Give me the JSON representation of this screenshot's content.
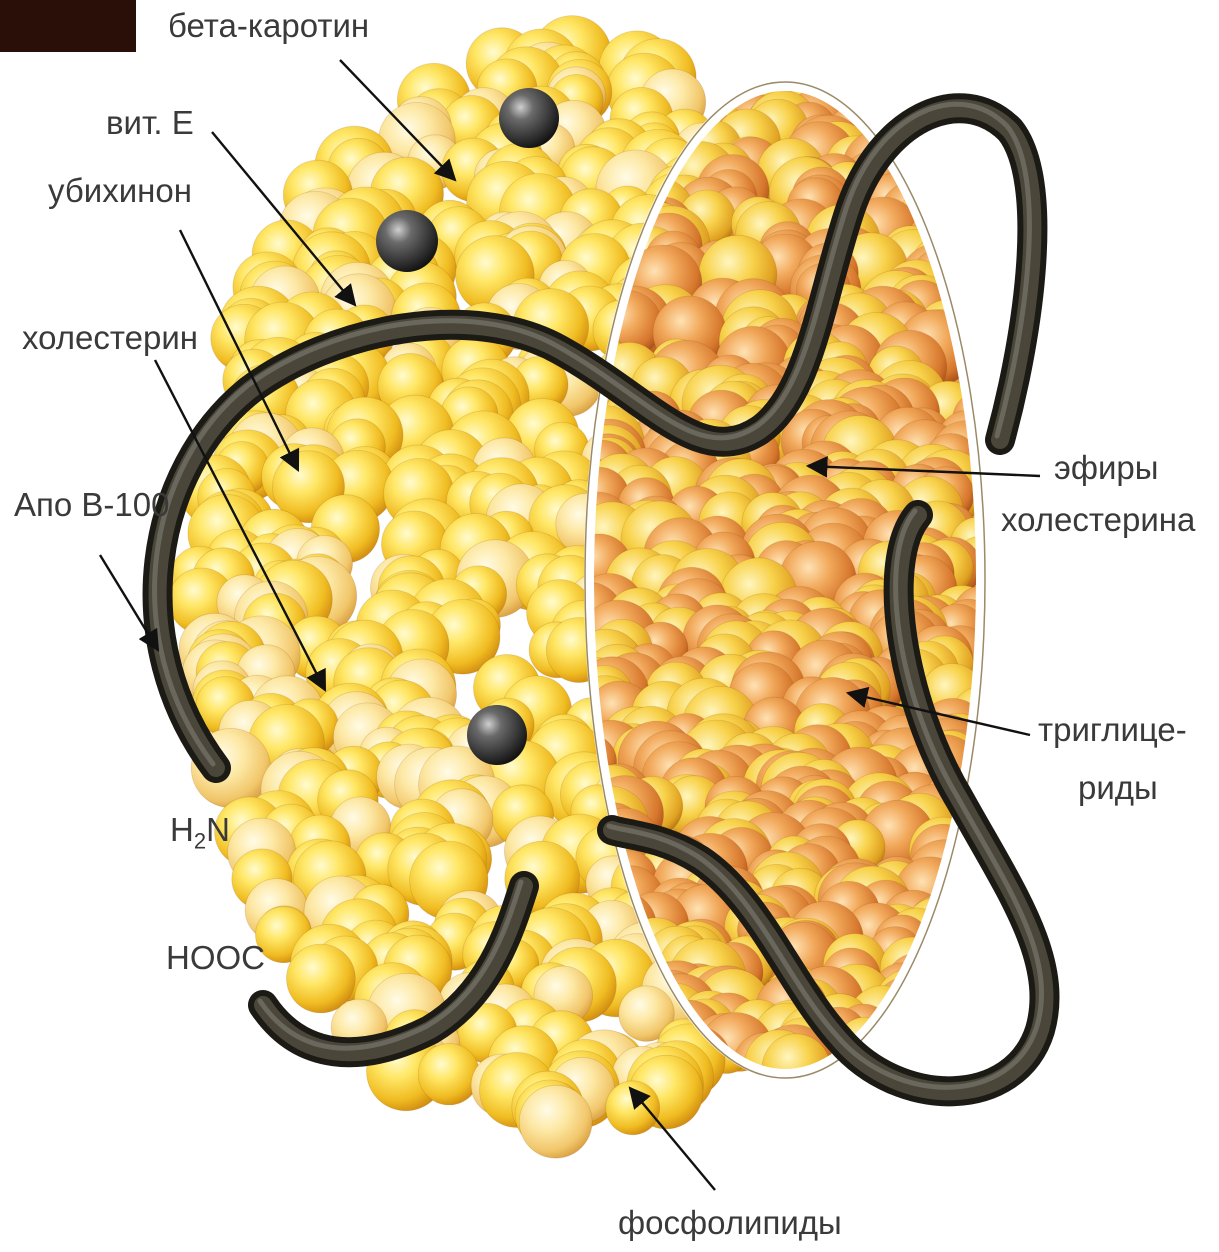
{
  "labels": {
    "beta_carotene": "бета-каротин",
    "vit_e": "вит. Е",
    "ubiquinone": "убихинон",
    "cholesterol": "холестерин",
    "apo_b100": "Апо В-100",
    "h2n_prefix": "H",
    "h2n_sub": "2",
    "h2n_suffix": "N",
    "hooc": "HOOC",
    "cholesterol_esters_1": "эфиры",
    "cholesterol_esters_2": "холестерина",
    "triglycerides_1": "тригли­це-",
    "triglycerides_2": "риды",
    "phospholipids": "фосфолипиды"
  },
  "colors": {
    "shell_sphere_light": "#fff6a8",
    "shell_sphere_mid": "#f6cc2e",
    "shell_sphere_dark": "#d89412",
    "core_sphere_light": "#ffd9a0",
    "core_sphere_mid": "#e8903e",
    "core_sphere_dark": "#b8551c",
    "protein_strand": "#3d3a31",
    "dark_molecule": "#2f2f2f",
    "label_text": "#3a3a3a",
    "corner_block": "#2a0e08"
  }
}
